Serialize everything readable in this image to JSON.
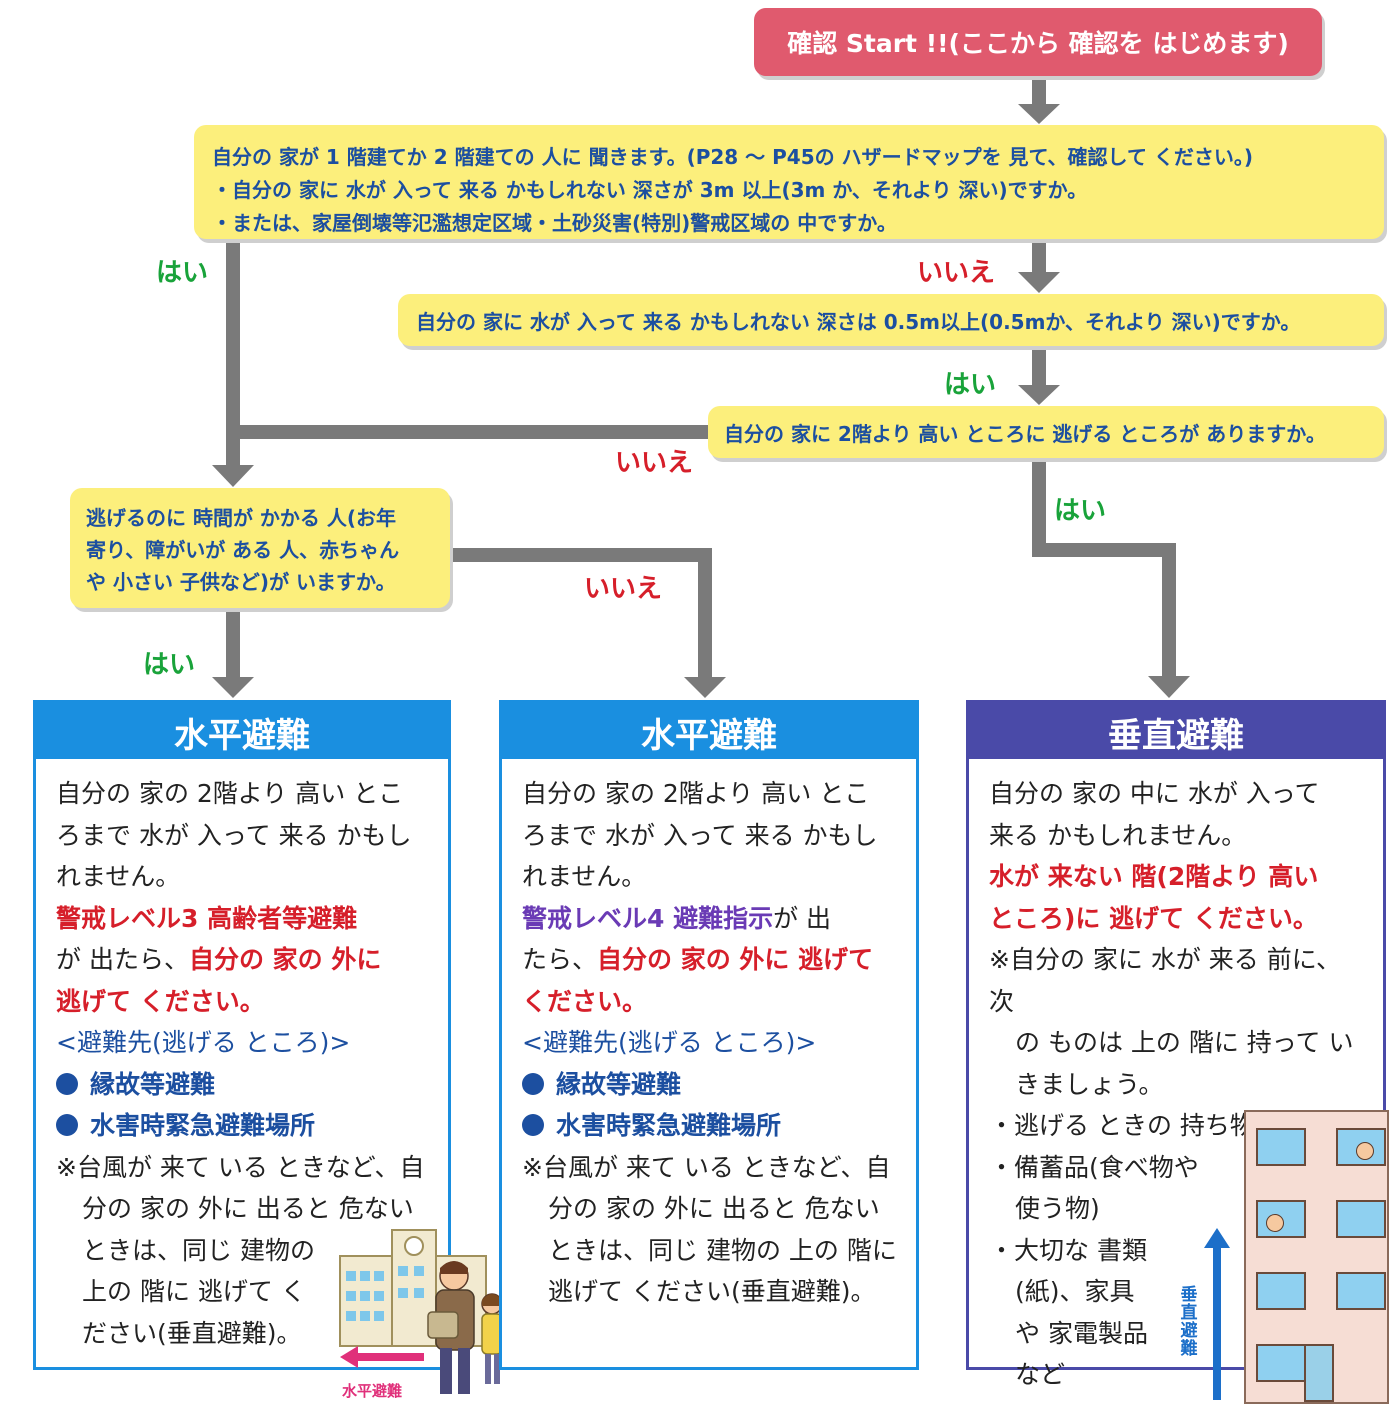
{
  "start": {
    "label": "確認 Start !!(ここから 確認を はじめます)"
  },
  "questions": {
    "q1": [
      "自分の 家が 1 階建てか 2 階建ての 人に 聞きます。(P28 ～ P45の ハザードマップを 見て、確認して ください。)",
      "・自分の 家に 水が 入って 来る かもしれない 深さが 3m 以上(3m か、それより 深い)ですか。",
      "・または、家屋倒壊等氾濫想定区域・土砂災害(特別)警戒区域の 中ですか。"
    ],
    "q2": "自分の 家に 水が 入って 来る かもしれない 深さは 0.5m以上(0.5mか、それより 深い)ですか。",
    "q3": "自分の 家に 2階より 高い ところに 逃げる ところが ありますか。",
    "q4": [
      "逃げるのに 時間が かかる 人(お年",
      "寄り、障がいが ある 人、赤ちゃん",
      "や 小さい 子供など)が いますか。"
    ]
  },
  "answers": {
    "yes": "はい",
    "no": "いいえ"
  },
  "cards": {
    "c1": {
      "title": "水平避難",
      "lines": [
        "自分の 家の 2階より 高い とこ",
        "ろまで 水が 入って 来る かもし",
        "れません。"
      ],
      "alert_level": "警戒レベル3 高齢者等避難",
      "after_alert_1": "が 出たら、",
      "action_1": "自分の 家の 外に",
      "action_2": "逃げて ください。",
      "dest_heading": "<避難先(逃げる ところ)>",
      "dest_1": "縁故等避難",
      "dest_2": "水害時緊急避難場所",
      "note": [
        "※台風が 来て いる ときなど、自",
        "分の 家の 外に 出ると 危ない",
        "ときは、同じ 建物の",
        "上の 階に 逃げて く",
        "ださい(垂直避難)。"
      ],
      "illustration_label": "水平避難"
    },
    "c2": {
      "title": "水平避難",
      "lines": [
        "自分の 家の 2階より 高い とこ",
        "ろまで 水が 入って 来る かもし",
        "れません。"
      ],
      "alert_level": "警戒レベル4 避難指示",
      "after_alert_1": "が 出",
      "after_alert_2": "たら、",
      "action_1": "自分の 家の 外に 逃げて",
      "action_2": "ください。",
      "dest_heading": "<避難先(逃げる ところ)>",
      "dest_1": "縁故等避難",
      "dest_2": "水害時緊急避難場所",
      "note": [
        "※台風が 来て いる ときなど、自",
        "分の 家の 外に 出ると 危ない",
        "ときは、同じ 建物の 上の 階に",
        "逃げて ください(垂直避難)。"
      ]
    },
    "c3": {
      "title": "垂直避難",
      "lines": [
        "自分の 家の 中に 水が 入って",
        "来る かもしれません。"
      ],
      "action_1": "水が 来ない 階(2階より 高い",
      "action_2": "ところ)に 逃げて ください。",
      "note": [
        "※自分の 家に 水が 来る 前に、次",
        "の ものは 上の 階に 持って い",
        "きましょう。"
      ],
      "items": [
        "・逃げる ときの 持ち物",
        "・備蓄品(食べ物や",
        "使う物)",
        "・大切な 書類",
        "(紙)、家具",
        "や 家電製品",
        "など"
      ],
      "illustration_label": "垂直避難"
    }
  },
  "colors": {
    "start_bg": "#e05a6e",
    "question_bg": "#fcef7c",
    "question_text": "#1c4fa0",
    "yes": "#19a33a",
    "no": "#d61f2a",
    "horizontal_card": "#1a8fe0",
    "vertical_card": "#4a4aa8",
    "connector": "#7a7a7a"
  }
}
